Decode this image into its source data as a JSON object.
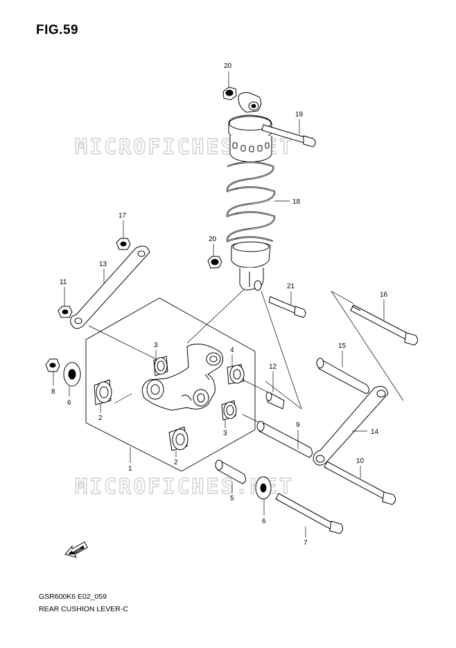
{
  "figure": {
    "title": "FIG.59",
    "code": "GSR600K6 E02_059",
    "caption": "REAR CUSHION LEVER-C"
  },
  "watermark": "MICROFICHES.NET",
  "fwd_label": "FWD",
  "callouts": [
    "20",
    "19",
    "18",
    "20",
    "21",
    "17",
    "13",
    "11",
    "16",
    "3",
    "4",
    "12",
    "15",
    "8",
    "6",
    "2",
    "3",
    "9",
    "14",
    "1",
    "2",
    "10",
    "5",
    "6",
    "7"
  ]
}
